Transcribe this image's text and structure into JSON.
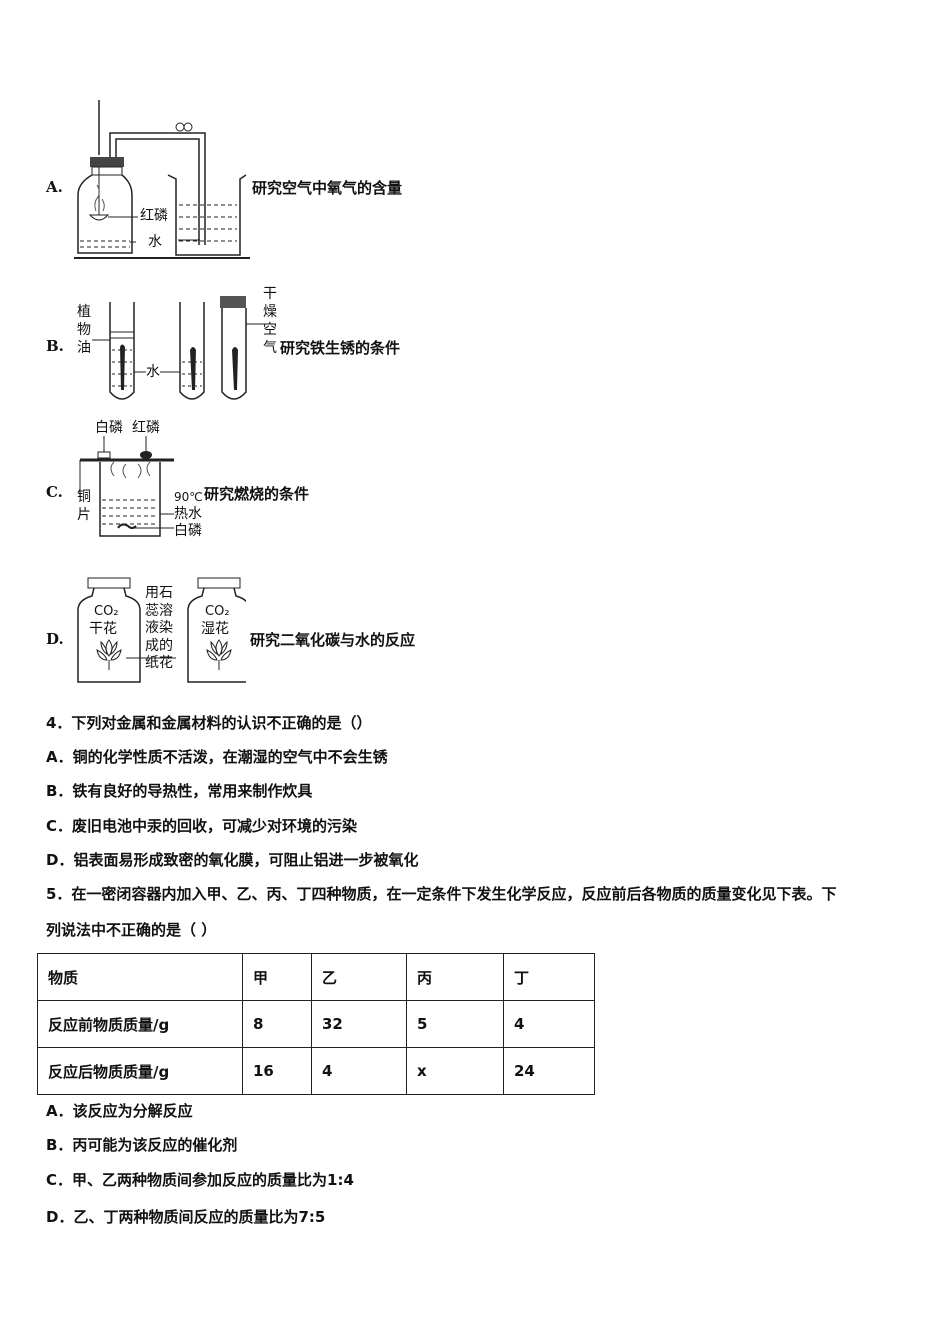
{
  "q3": {
    "options": [
      {
        "label": "A.",
        "caption": "研究空气中氧气的含量",
        "annotations": [
          "红磷",
          "水"
        ]
      },
      {
        "label": "B.",
        "caption": "研究铁生锈的条件",
        "annotations": [
          "植物油",
          "水",
          "干燥空气"
        ]
      },
      {
        "label": "C.",
        "caption": "研究燃烧的条件",
        "annotations": [
          "白磷",
          "红磷",
          "铜片",
          "90℃",
          "热水",
          "白磷"
        ]
      },
      {
        "label": "D.",
        "caption": "研究二氧化碳与水的反应",
        "annotations": [
          "CO₂",
          "干花",
          "用石蕊溶液染成的纸花",
          "CO₂",
          "湿花"
        ]
      }
    ]
  },
  "q4": {
    "stem": "4．下列对金属和金属材料的认识不正确的是（）",
    "options": [
      "A．铜的化学性质不活泼，在潮湿的空气中不会生锈",
      "B．铁有良好的导热性，常用来制作炊具",
      "C．废旧电池中汞的回收，可减少对环境的污染",
      "D．铝表面易形成致密的氧化膜，可阻止铝进一步被氧化"
    ]
  },
  "q5": {
    "stem_line1": "5．在一密闭容器内加入甲、乙、丙、丁四种物质，在一定条件下发生化学反应，反应前后各物质的质量变化见下表。下",
    "stem_line2": "列说法中不正确的是（ ）",
    "table": {
      "header": [
        "物质",
        "甲",
        "乙",
        "丙",
        "丁"
      ],
      "rows": [
        [
          "反应前物质质量/g",
          "8",
          "32",
          "5",
          "4"
        ],
        [
          "反应后物质质量/g",
          "16",
          "4",
          "x",
          "24"
        ]
      ]
    },
    "options": [
      "A．该反应为分解反应",
      "B．丙可能为该反应的催化剂",
      "C．甲、乙两种物质间参加反应的质量比为1:4",
      "D．乙、丁两种物质间反应的质量比为7:5"
    ]
  }
}
